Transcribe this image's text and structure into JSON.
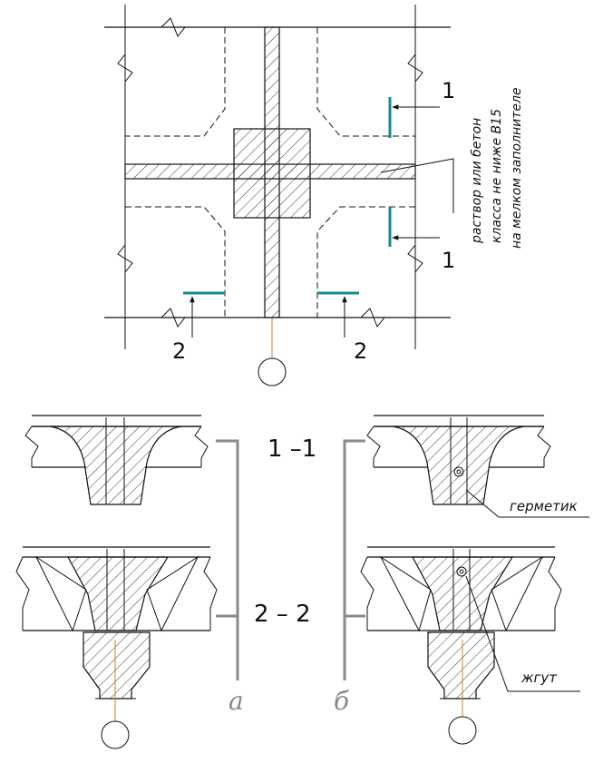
{
  "labels": {
    "section_1": "1",
    "section_1b": "1",
    "section_2": "2",
    "section_2b": "2",
    "section_11": "1 –1",
    "section_22": "2 – 2",
    "variant_a": "а",
    "variant_b": "б",
    "sealant": "герметик",
    "tourniquet": "жгут"
  },
  "note": {
    "line1": "раствор или бетон",
    "line2": "класса не ниже В15",
    "line3": "на мелком заполнителе"
  },
  "colors": {
    "teal": "#1a8a8a",
    "gray": "#8a8a8a",
    "axis": "#d08020"
  }
}
